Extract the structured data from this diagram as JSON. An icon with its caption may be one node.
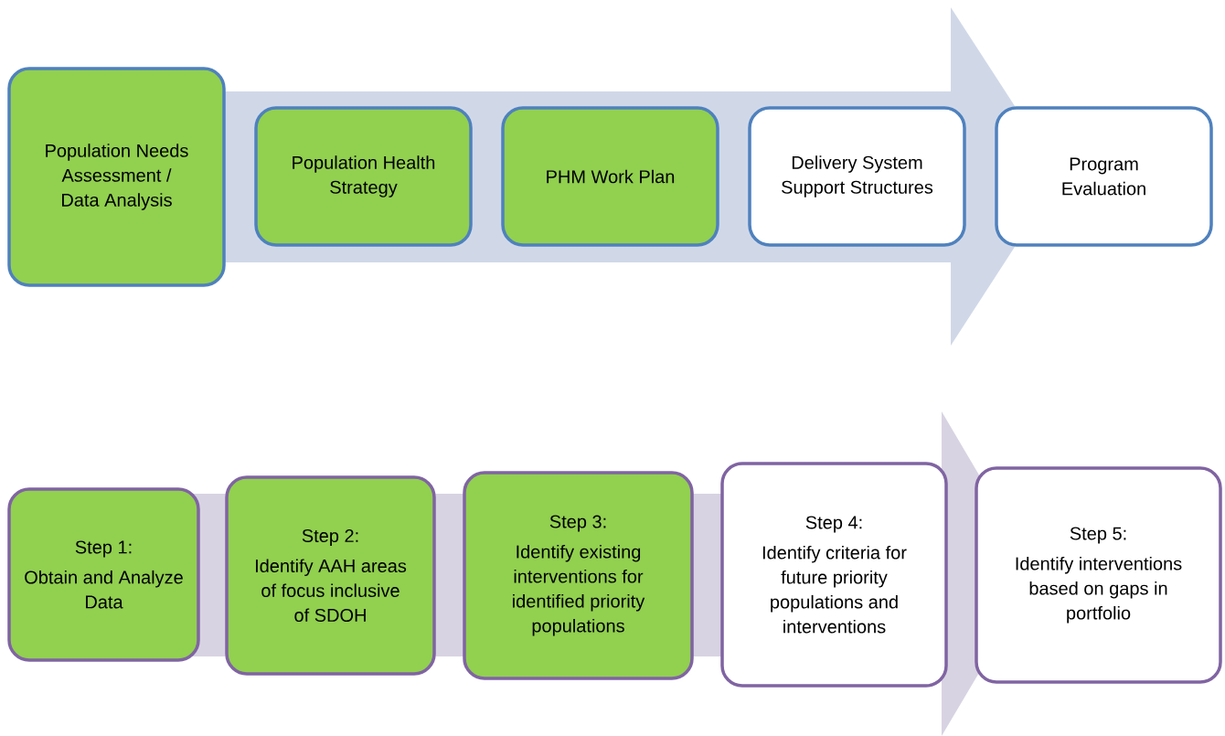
{
  "diagram": {
    "nodes": [
      {
        "text": [
          "Population Needs Assessment / Data Analysis"
        ]
      },
      {
        "text": [
          "Population Health Strategy"
        ]
      },
      {
        "text": [
          "PHM Work Plan"
        ]
      },
      {
        "text": [
          "Delivery System Support Structures"
        ]
      },
      {
        "text": [
          "Program Evaluation"
        ]
      },
      {
        "text": [
          "Step 1:",
          "Obtain and Analyze Data"
        ]
      },
      {
        "text": [
          "Step 2:",
          "Identify AAH areas of focus inclusive of SDOH"
        ]
      },
      {
        "text": [
          "Step 3:",
          "Identify existing interventions for identified priority populations"
        ]
      },
      {
        "text": [
          "Step 4:",
          "Identify criteria for future priority populations and interventions"
        ]
      },
      {
        "text": [
          "Step 5:",
          "Identify interventions based on gaps in portfolio"
        ]
      }
    ]
  }
}
